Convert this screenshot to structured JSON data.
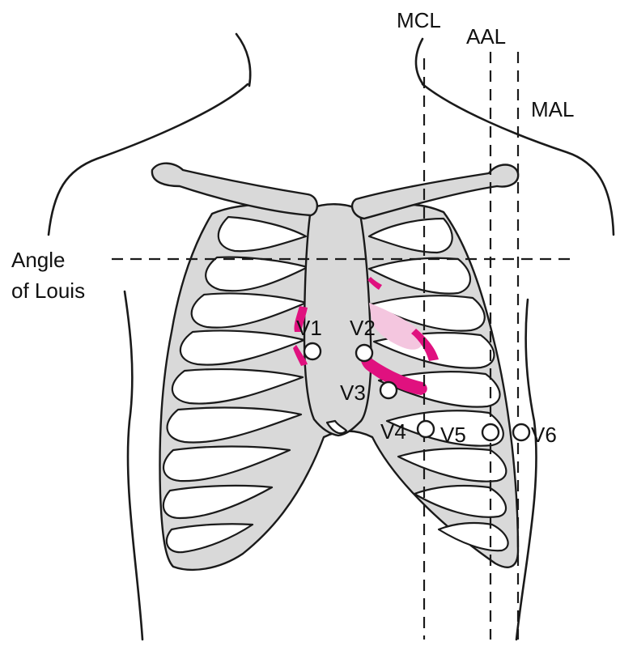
{
  "labels": {
    "mcl": "MCL",
    "aal": "AAL",
    "mal": "MAL",
    "angle_line1": "Angle",
    "angle_line2": "of Louis"
  },
  "electrodes": {
    "v1": "V1",
    "v2": "V2",
    "v3": "V3",
    "v4": "V4",
    "v5": "V5",
    "v6": "V6"
  },
  "colors": {
    "bone": "#d9d9d9",
    "outline": "#1a1a1a",
    "highlight": "#e0117f",
    "highlight_light": "#f4c6df"
  }
}
